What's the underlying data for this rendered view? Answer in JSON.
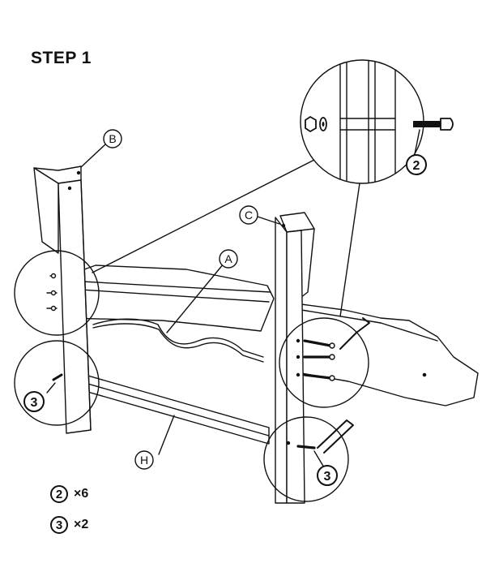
{
  "header": {
    "title": "STEP 1"
  },
  "labels": {
    "panel_a": "A",
    "leg_b": "B",
    "leg_c": "C",
    "rail_h": "H"
  },
  "callouts": {
    "bolt_long": "2",
    "bolt_short_left": "3",
    "bolt_short_right": "3"
  },
  "parts": [
    {
      "part": "2",
      "qty": "×6"
    },
    {
      "part": "3",
      "qty": "×2"
    }
  ]
}
